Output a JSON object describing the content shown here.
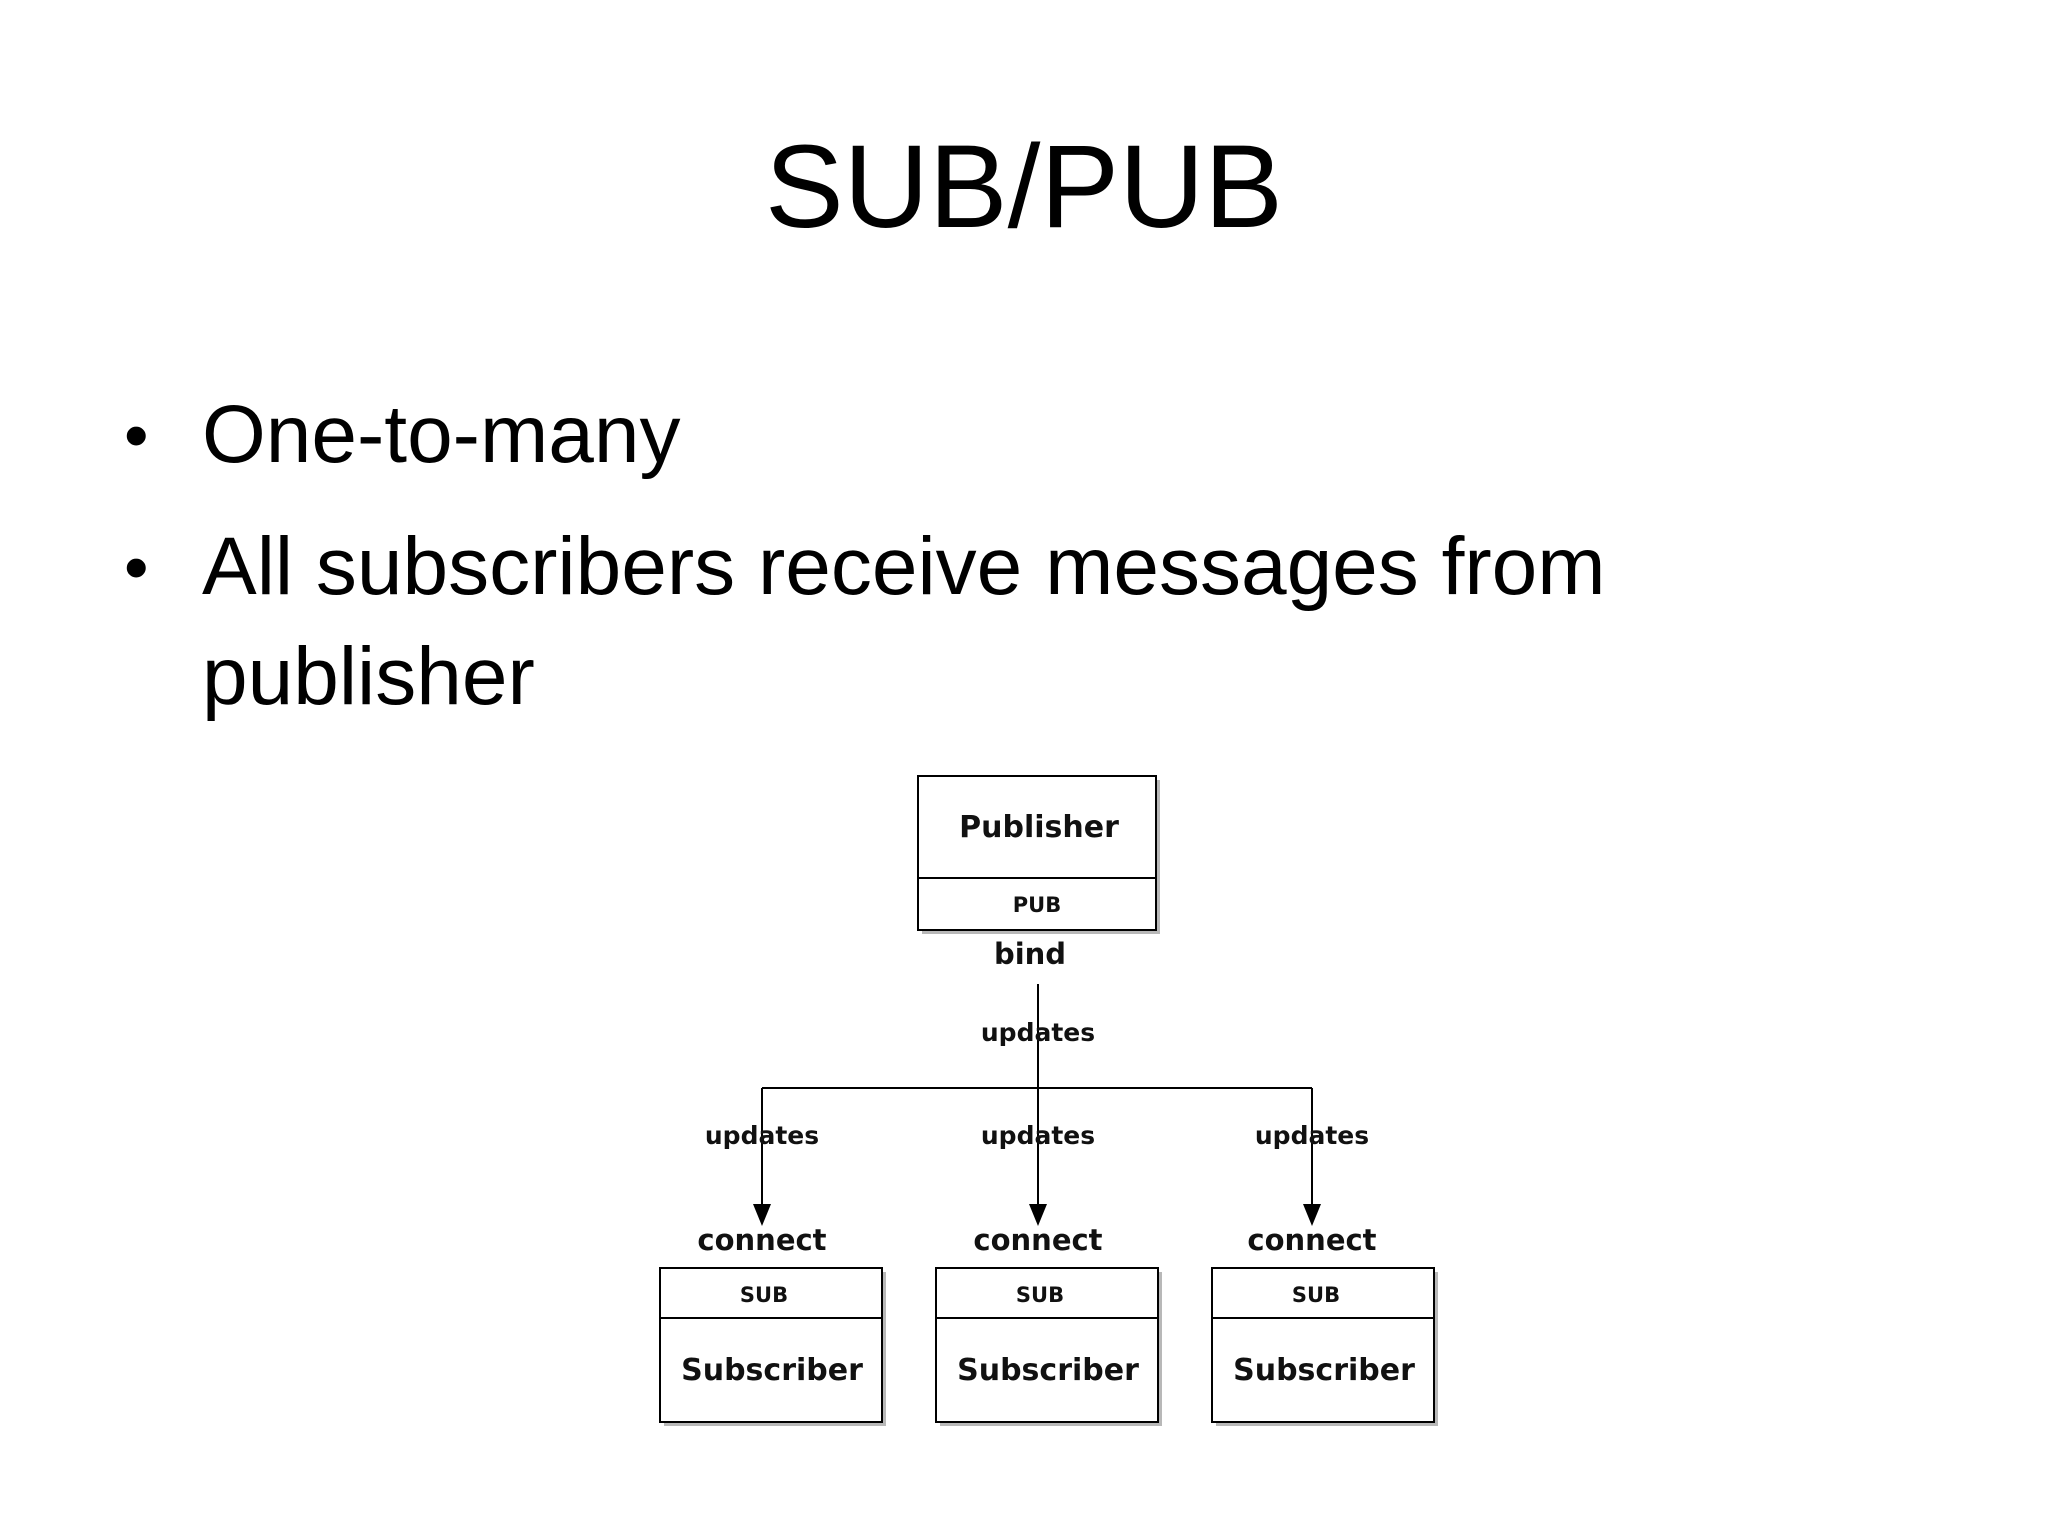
{
  "slide": {
    "title": "SUB/PUB",
    "bullets": [
      "One-to-many",
      "All subscribers receive messages from publisher"
    ]
  },
  "diagram": {
    "publisher": {
      "name": "Publisher",
      "socket": "PUB",
      "endpoint": "bind"
    },
    "trunk_label": "updates",
    "subscribers": [
      {
        "name": "Subscriber",
        "socket": "SUB",
        "endpoint": "connect",
        "edge_label": "updates"
      },
      {
        "name": "Subscriber",
        "socket": "SUB",
        "endpoint": "connect",
        "edge_label": "updates"
      },
      {
        "name": "Subscriber",
        "socket": "SUB",
        "endpoint": "connect",
        "edge_label": "updates"
      }
    ]
  }
}
